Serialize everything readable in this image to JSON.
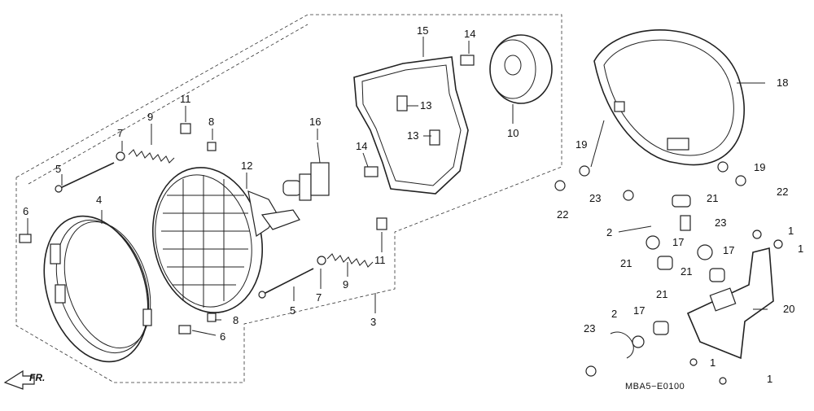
{
  "diagram": {
    "drawing_code": "MBA5−E0100",
    "direction_label": "FR.",
    "callouts": {
      "c1": "1",
      "c1b": "1",
      "c1c": "1",
      "c1d": "1",
      "c2": "2",
      "c2b": "2",
      "c3": "3",
      "c4": "4",
      "c5": "5",
      "c5b": "5",
      "c6": "6",
      "c6b": "6",
      "c7": "7",
      "c7b": "7",
      "c8": "8",
      "c8b": "8",
      "c9": "9",
      "c9b": "9",
      "c10": "10",
      "c11": "11",
      "c11b": "11",
      "c12": "12",
      "c13": "13",
      "c13b": "13",
      "c14": "14",
      "c14b": "14",
      "c15": "15",
      "c16": "16",
      "c17": "17",
      "c17b": "17",
      "c17c": "17",
      "c18": "18",
      "c19": "19",
      "c19b": "19",
      "c20": "20",
      "c21": "21",
      "c21b": "21",
      "c21c": "21",
      "c21d": "21",
      "c22": "22",
      "c22b": "22",
      "c23": "23",
      "c23b": "23",
      "c23c": "23"
    }
  }
}
